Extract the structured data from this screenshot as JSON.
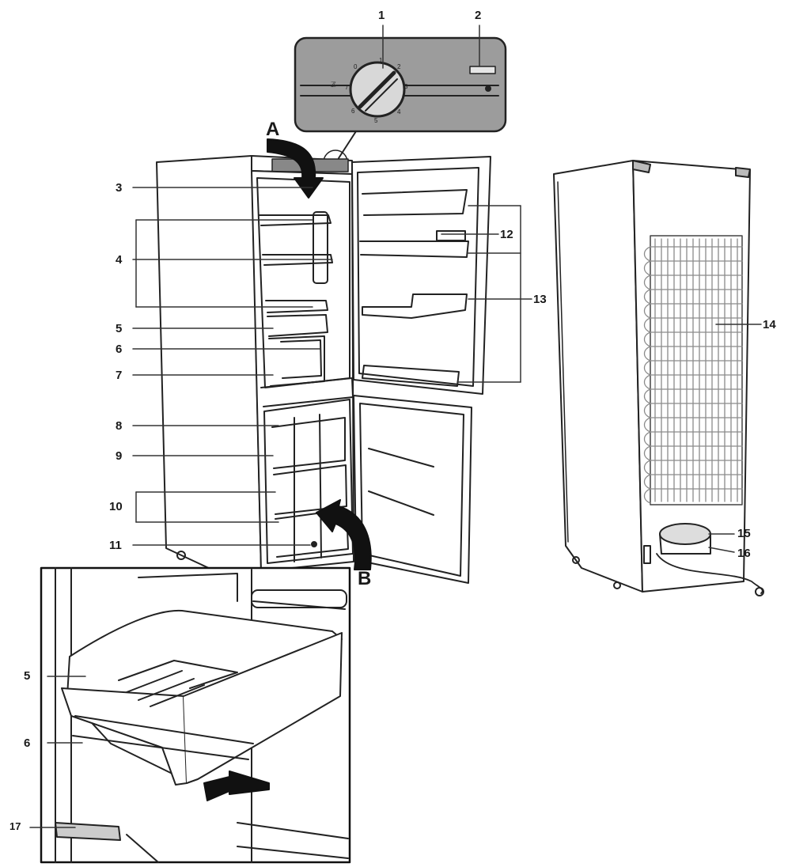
{
  "callouts": {
    "c1": "1",
    "c2": "2",
    "c3": "3",
    "c4": "4",
    "c5": "5",
    "c6": "6",
    "c7": "7",
    "c8": "8",
    "c9": "9",
    "c10": "10",
    "c11": "11",
    "c12": "12",
    "c13": "13",
    "c14": "14",
    "c15": "15",
    "c16": "16",
    "c17": "17",
    "inset_5": "5",
    "inset_6": "6"
  },
  "arrows": {
    "a": "A",
    "b": "B"
  },
  "dial": {
    "scale": [
      "0",
      "1",
      "2",
      "3",
      "4",
      "5",
      "6",
      "7"
    ]
  },
  "colors": {
    "panel": "#999999",
    "line": "#222222",
    "coil": "#8a8a8a"
  }
}
